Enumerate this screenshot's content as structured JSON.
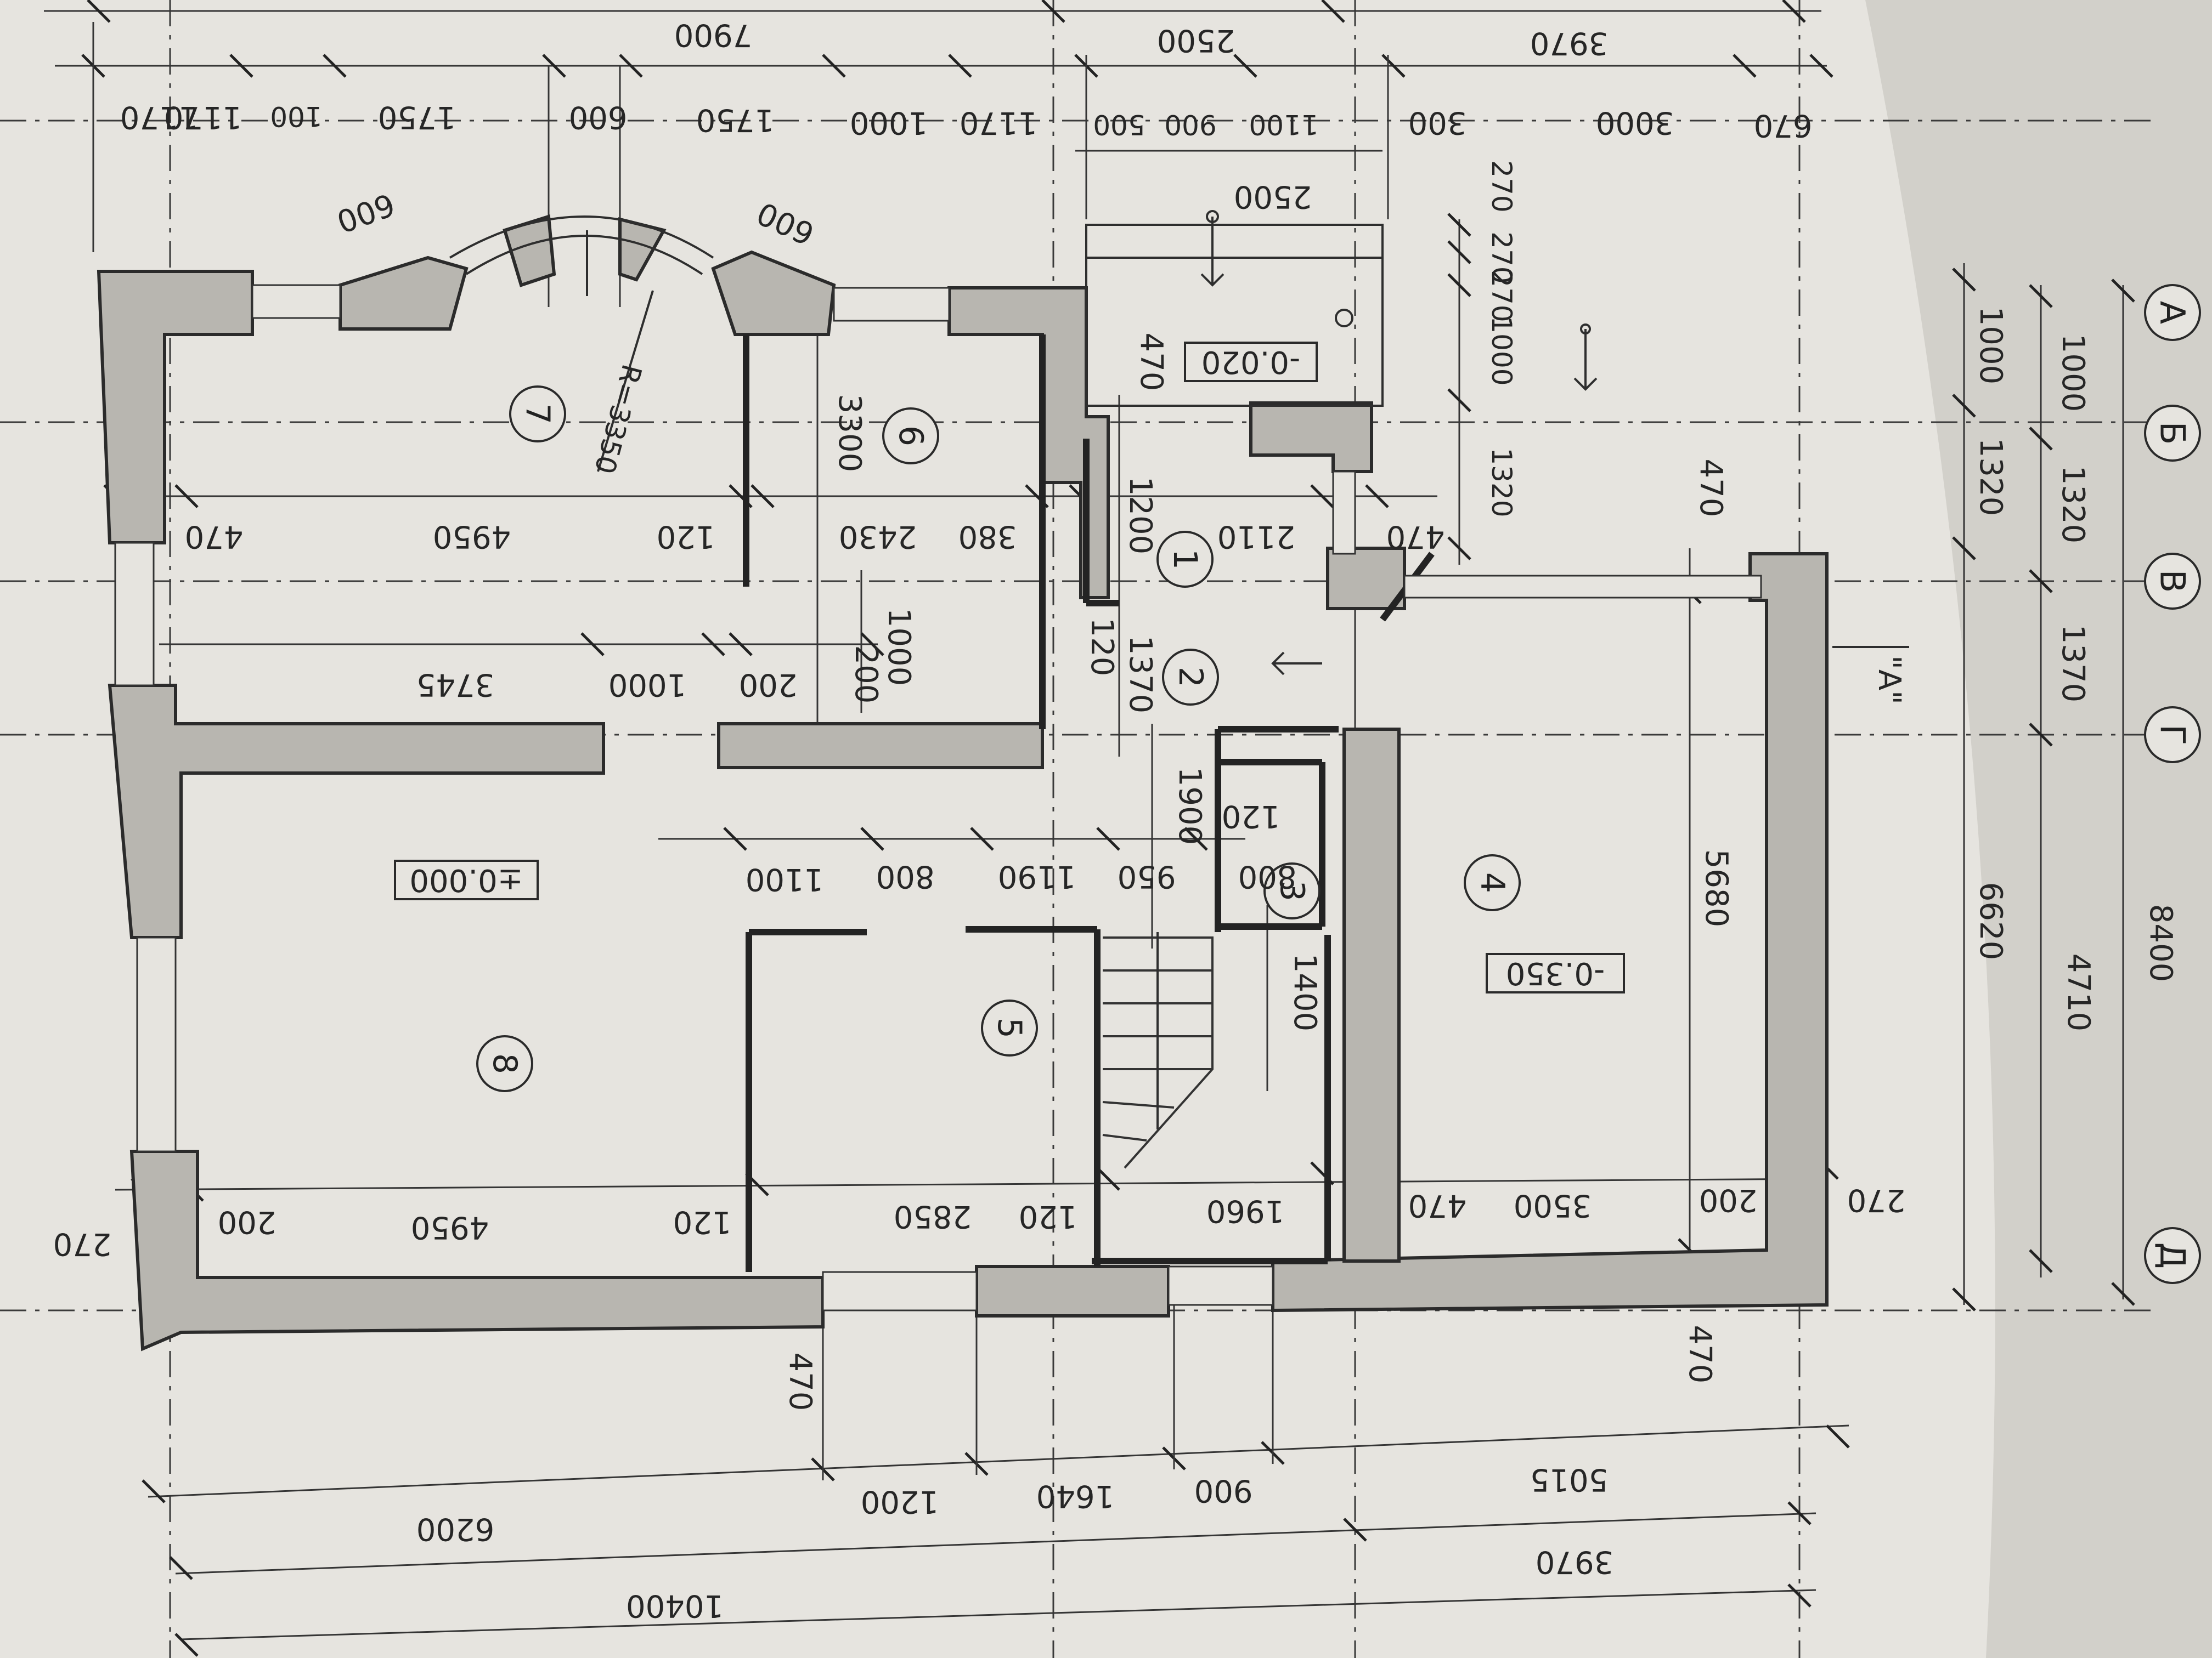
{
  "plan": {
    "axes": [
      "А",
      "Б",
      "В",
      "Г",
      "Д"
    ],
    "section_mark": "\"A\"",
    "top_dims": {
      "overall": [
        "7900",
        "2500",
        "3970"
      ],
      "chain": [
        "1170",
        "1170",
        "100",
        "1750",
        "600",
        "1750",
        "1000",
        "1000",
        "1170",
        "500",
        "900",
        "1100",
        "300",
        "3000",
        "670"
      ],
      "bay": [
        "600",
        "600"
      ],
      "porch_width": "2500"
    },
    "right_dims": {
      "overall": "8400",
      "sub": [
        "6620",
        "4710"
      ],
      "axis_chain_a": [
        "1000",
        "1320"
      ],
      "axis_chain_b": [
        "1000",
        "1320",
        "1370"
      ],
      "porch_chain": [
        "270",
        "270",
        "270",
        "1000",
        "1320"
      ]
    },
    "bottom_dims": {
      "overall": "10400",
      "sub": [
        "6200",
        "3970"
      ],
      "right_sub": "5015",
      "chain": [
        "1200",
        "1640",
        "900"
      ],
      "wall": [
        "470",
        "470"
      ]
    },
    "inner_dims": {
      "row_top": [
        "470",
        "4950",
        "120",
        "2430",
        "380",
        "2110",
        "470"
      ],
      "row_mid": [
        "3745",
        "1000",
        "200",
        "200",
        "1000"
      ],
      "row_hall": [
        "1100",
        "800",
        "1190",
        "950",
        "800",
        "120",
        "1900"
      ],
      "row_bottom": [
        "270",
        "200",
        "4950",
        "120",
        "2850",
        "120",
        "1960",
        "470",
        "3500",
        "200",
        "270"
      ],
      "vertical": [
        "3300",
        "1200",
        "1370",
        "120",
        "470",
        "470",
        "5680",
        "1400"
      ],
      "radius": "R=3350"
    },
    "rooms": [
      "1",
      "2",
      "3",
      "4",
      "5",
      "6",
      "7",
      "8"
    ],
    "levels": [
      "±0.000",
      "-0.020",
      "-0.350"
    ]
  }
}
